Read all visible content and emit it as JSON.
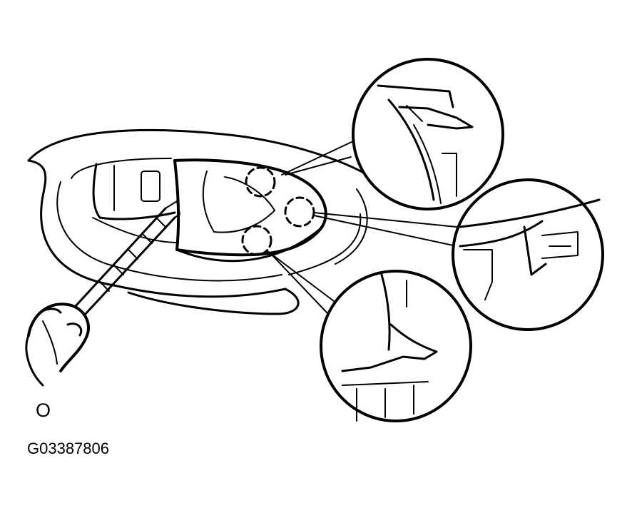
{
  "figure": {
    "view_letter": "O",
    "code": "G03387806"
  },
  "detail_callouts": [
    {
      "name": "upper-clip-detail"
    },
    {
      "name": "middle-clip-detail"
    },
    {
      "name": "lower-clip-detail"
    }
  ],
  "colors": {
    "ink": "#000000",
    "paper": "#ffffff"
  },
  "icons": {
    "tool": "screwdriver-icon",
    "hand": "hand-icon"
  }
}
